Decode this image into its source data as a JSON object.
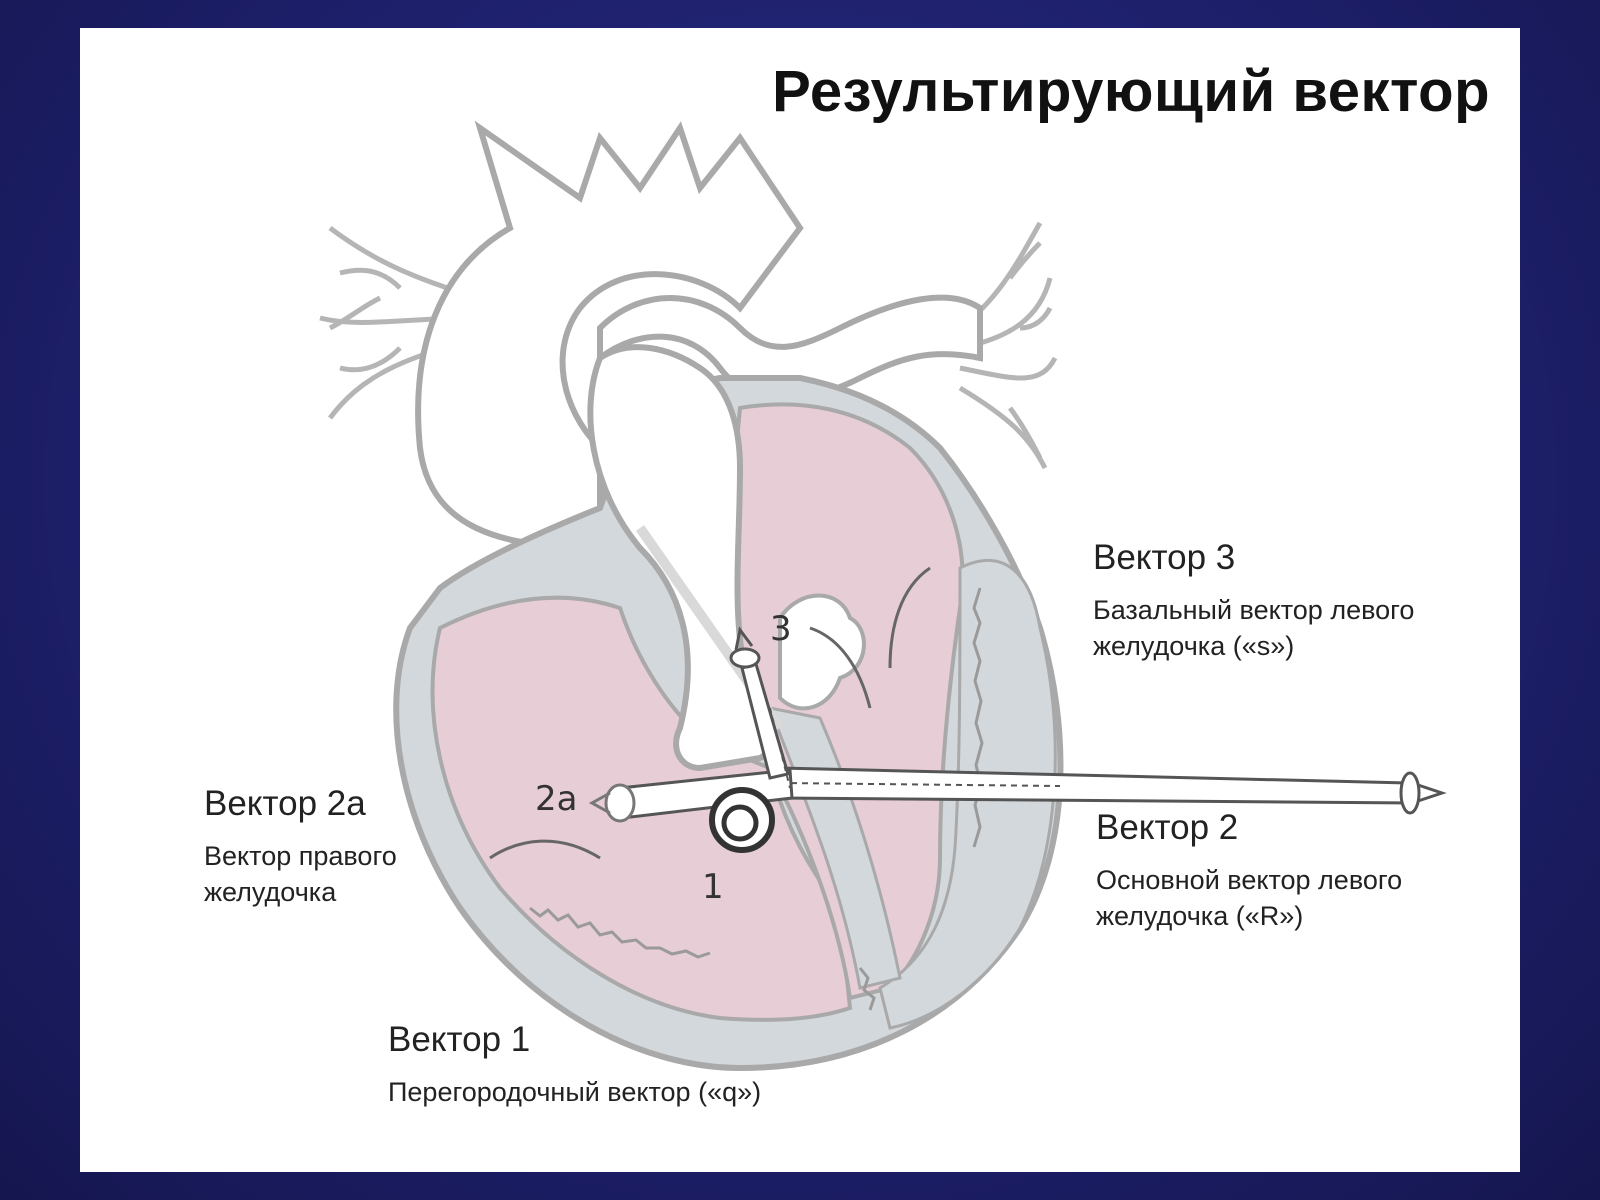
{
  "title": "Результирующий вектор",
  "diagram": {
    "marker_labels": {
      "v1": "1",
      "v2a": "2a",
      "v3": "3"
    }
  },
  "vectors": {
    "v3": {
      "name": "Вектор 3",
      "desc": "Базальный вектор левого желудочка («s»)"
    },
    "v2a": {
      "name": "Вектор 2a",
      "desc": "Вектор правого желудочка"
    },
    "v2": {
      "name": "Вектор 2",
      "desc": "Основной вектор левого желудочка («R»)"
    },
    "v1": {
      "name": "Вектор 1",
      "desc": "Перегородочный вектор («q»)"
    }
  },
  "colors": {
    "background": "#1d1f6a",
    "myocardium": "#e7cdd5",
    "wall": "#d3d8dc",
    "outline": "#a9a9a9"
  }
}
